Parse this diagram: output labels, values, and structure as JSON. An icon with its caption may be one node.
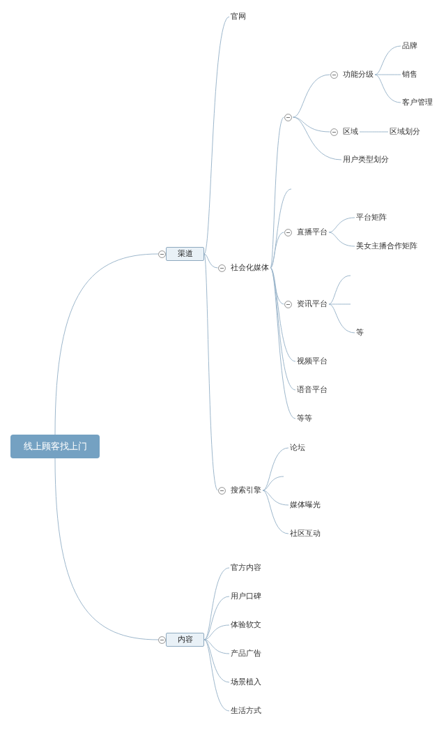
{
  "diagram": {
    "nodes": [
      {
        "text": [
          "线上顾客找上门"
        ]
      },
      {
        "text": [
          "渠道"
        ]
      },
      {
        "text": [
          "官网"
        ]
      },
      {
        "text": [
          "社会化媒体"
        ]
      },
      {
        "text": [],
        "shape": "circle"
      },
      {
        "text": [
          "功能分级"
        ]
      },
      {
        "text": [
          "品牌"
        ]
      },
      {
        "text": [
          "销售"
        ]
      },
      {
        "text": [
          "客户管理"
        ]
      },
      {
        "text": [
          "区域"
        ]
      },
      {
        "text": [
          "区域划分"
        ]
      },
      {
        "text": [
          "用户类型划分"
        ]
      },
      {
        "text": [
          "直播平台"
        ]
      },
      {
        "text": [
          "平台矩阵"
        ]
      },
      {
        "text": [
          "美女主播合作矩阵"
        ]
      },
      {
        "text": [
          "资讯平台"
        ]
      },
      {
        "text": [
          "等"
        ]
      },
      {
        "text": [
          "视频平台"
        ]
      },
      {
        "text": [
          "语音平台"
        ]
      },
      {
        "text": [
          "等等"
        ]
      },
      {
        "text": [
          "搜索引擎"
        ]
      },
      {
        "text": [
          "论坛"
        ]
      },
      {
        "text": [
          "媒体曝光"
        ]
      },
      {
        "text": [
          "社区互动"
        ]
      },
      {
        "text": [
          "内容"
        ]
      },
      {
        "text": [
          "官方内容"
        ]
      },
      {
        "text": [
          "用户口碑"
        ]
      },
      {
        "text": [
          "体验软文"
        ]
      },
      {
        "text": [
          "产品广告"
        ]
      },
      {
        "text": [
          "场景植入"
        ]
      },
      {
        "text": [
          "生活方式"
        ]
      }
    ],
    "edges": [
      {
        "from": 0,
        "to": 1,
        "arrow": "none"
      },
      {
        "from": 0,
        "to": 24,
        "arrow": "none"
      },
      {
        "from": 1,
        "to": 2,
        "arrow": "none"
      },
      {
        "from": 1,
        "to": 3,
        "arrow": "none"
      },
      {
        "from": 1,
        "to": 20,
        "arrow": "none"
      },
      {
        "from": 3,
        "to": 4,
        "arrow": "none"
      },
      {
        "from": 3,
        "to": null,
        "arrow": "none"
      },
      {
        "from": 3,
        "to": 12,
        "arrow": "none"
      },
      {
        "from": 3,
        "to": 15,
        "arrow": "none"
      },
      {
        "from": 3,
        "to": 17,
        "arrow": "none"
      },
      {
        "from": 3,
        "to": 18,
        "arrow": "none"
      },
      {
        "from": 3,
        "to": 19,
        "arrow": "none"
      },
      {
        "from": 4,
        "to": 5,
        "arrow": "none"
      },
      {
        "from": 4,
        "to": 9,
        "arrow": "none"
      },
      {
        "from": 4,
        "to": 11,
        "arrow": "none"
      },
      {
        "from": 5,
        "to": 6,
        "arrow": "none"
      },
      {
        "from": 5,
        "to": 7,
        "arrow": "none"
      },
      {
        "from": 5,
        "to": 8,
        "arrow": "none"
      },
      {
        "from": 9,
        "to": 10,
        "arrow": "none"
      },
      {
        "from": 12,
        "to": 13,
        "arrow": "none"
      },
      {
        "from": 12,
        "to": 14,
        "arrow": "none"
      },
      {
        "from": 15,
        "to": null,
        "arrow": "none"
      },
      {
        "from": 15,
        "to": null,
        "arrow": "none"
      },
      {
        "from": 15,
        "to": 16,
        "arrow": "none"
      },
      {
        "from": 20,
        "to": 21,
        "arrow": "none"
      },
      {
        "from": 20,
        "to": null,
        "arrow": "none"
      },
      {
        "from": 20,
        "to": 22,
        "arrow": "none"
      },
      {
        "from": 20,
        "to": 23,
        "arrow": "none"
      },
      {
        "from": 24,
        "to": 25,
        "arrow": "none"
      },
      {
        "from": 24,
        "to": 26,
        "arrow": "none"
      },
      {
        "from": 24,
        "to": 27,
        "arrow": "none"
      },
      {
        "from": 24,
        "to": 28,
        "arrow": "none"
      },
      {
        "from": 24,
        "to": 29,
        "arrow": "none"
      },
      {
        "from": 24,
        "to": 30,
        "arrow": "none"
      }
    ]
  }
}
